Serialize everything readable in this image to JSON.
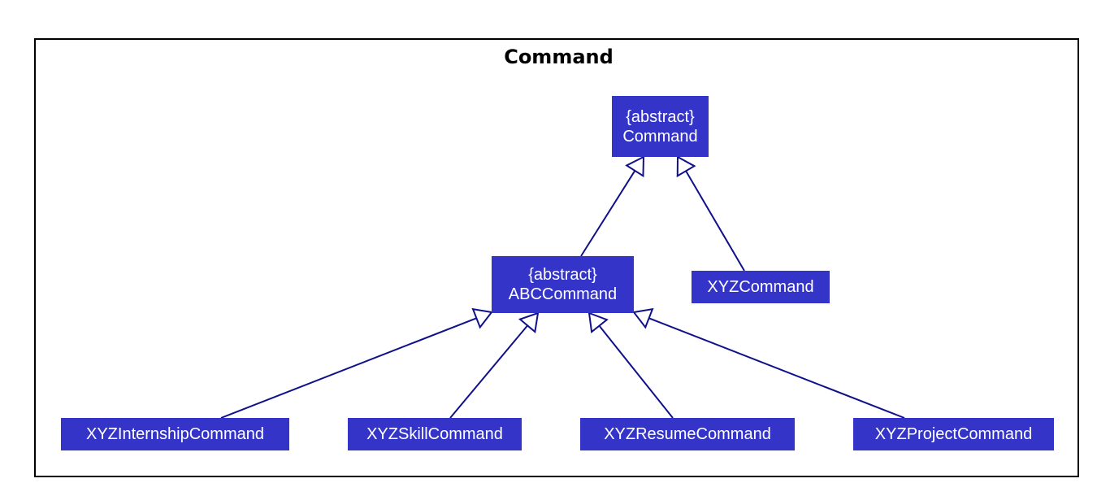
{
  "diagram": {
    "title": "Command",
    "colors": {
      "class_fill": "#3434c8",
      "class_text": "#ffffff",
      "edge": "#10108a",
      "frame": "#000000"
    },
    "classes": [
      {
        "id": "command",
        "stereotype": "{abstract}",
        "name": "Command"
      },
      {
        "id": "abc-command",
        "stereotype": "{abstract}",
        "name": "ABCCommand"
      },
      {
        "id": "xyz-command",
        "stereotype": "",
        "name": "XYZCommand"
      },
      {
        "id": "xyz-internship-command",
        "stereotype": "",
        "name": "XYZInternshipCommand"
      },
      {
        "id": "xyz-skill-command",
        "stereotype": "",
        "name": "XYZSkillCommand"
      },
      {
        "id": "xyz-resume-command",
        "stereotype": "",
        "name": "XYZResumeCommand"
      },
      {
        "id": "xyz-project-command",
        "stereotype": "",
        "name": "XYZProjectCommand"
      }
    ],
    "inheritance": [
      {
        "child": "abc-command",
        "parent": "command"
      },
      {
        "child": "xyz-command",
        "parent": "command"
      },
      {
        "child": "xyz-internship-command",
        "parent": "abc-command"
      },
      {
        "child": "xyz-skill-command",
        "parent": "abc-command"
      },
      {
        "child": "xyz-resume-command",
        "parent": "abc-command"
      },
      {
        "child": "xyz-project-command",
        "parent": "abc-command"
      }
    ]
  }
}
